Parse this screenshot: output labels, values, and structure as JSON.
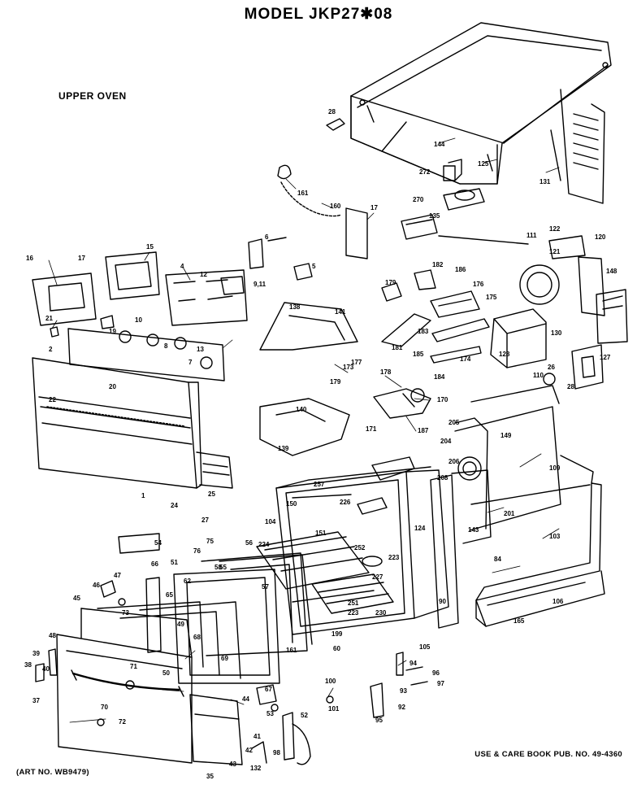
{
  "title": "MODEL JKP27✱08",
  "section": "UPPER OVEN",
  "pub_note": "USE & CARE BOOK PUB. NO. 49-4360",
  "art_no": "(ART NO. WB9479)",
  "labels": [
    {
      "n": "144"
    },
    {
      "n": "125"
    },
    {
      "n": "131"
    },
    {
      "n": "28"
    },
    {
      "n": "272"
    },
    {
      "n": "270"
    },
    {
      "n": "161"
    },
    {
      "n": "160"
    },
    {
      "n": "17"
    },
    {
      "n": "135"
    },
    {
      "n": "122"
    },
    {
      "n": "120"
    },
    {
      "n": "111"
    },
    {
      "n": "121"
    },
    {
      "n": "148"
    },
    {
      "n": "16"
    },
    {
      "n": "17"
    },
    {
      "n": "15"
    },
    {
      "n": "4"
    },
    {
      "n": "12"
    },
    {
      "n": "6"
    },
    {
      "n": "9,11"
    },
    {
      "n": "5"
    },
    {
      "n": "182"
    },
    {
      "n": "186"
    },
    {
      "n": "179"
    },
    {
      "n": "176"
    },
    {
      "n": "175"
    },
    {
      "n": "21"
    },
    {
      "n": "19"
    },
    {
      "n": "10"
    },
    {
      "n": "138"
    },
    {
      "n": "141"
    },
    {
      "n": "2"
    },
    {
      "n": "8"
    },
    {
      "n": "13"
    },
    {
      "n": "7"
    },
    {
      "n": "177"
    },
    {
      "n": "181"
    },
    {
      "n": "183"
    },
    {
      "n": "185"
    },
    {
      "n": "174"
    },
    {
      "n": "130"
    },
    {
      "n": "128"
    },
    {
      "n": "127"
    },
    {
      "n": "173"
    },
    {
      "n": "179"
    },
    {
      "n": "178"
    },
    {
      "n": "184"
    },
    {
      "n": "110"
    },
    {
      "n": "26"
    },
    {
      "n": "28"
    },
    {
      "n": "20"
    },
    {
      "n": "22"
    },
    {
      "n": "170"
    },
    {
      "n": "171"
    },
    {
      "n": "187"
    },
    {
      "n": "140"
    },
    {
      "n": "139"
    },
    {
      "n": "205"
    },
    {
      "n": "204"
    },
    {
      "n": "206"
    },
    {
      "n": "208"
    },
    {
      "n": "149"
    },
    {
      "n": "109"
    },
    {
      "n": "257"
    },
    {
      "n": "226"
    },
    {
      "n": "1"
    },
    {
      "n": "25"
    },
    {
      "n": "24"
    },
    {
      "n": "27"
    },
    {
      "n": "104"
    },
    {
      "n": "150"
    },
    {
      "n": "151"
    },
    {
      "n": "124"
    },
    {
      "n": "143"
    },
    {
      "n": "201"
    },
    {
      "n": "54"
    },
    {
      "n": "75"
    },
    {
      "n": "56"
    },
    {
      "n": "224"
    },
    {
      "n": "252"
    },
    {
      "n": "223"
    },
    {
      "n": "76"
    },
    {
      "n": "66"
    },
    {
      "n": "51"
    },
    {
      "n": "58"
    },
    {
      "n": "55"
    },
    {
      "n": "57"
    },
    {
      "n": "227"
    },
    {
      "n": "84"
    },
    {
      "n": "103"
    },
    {
      "n": "47"
    },
    {
      "n": "46"
    },
    {
      "n": "62"
    },
    {
      "n": "65"
    },
    {
      "n": "251"
    },
    {
      "n": "223"
    },
    {
      "n": "230"
    },
    {
      "n": "90"
    },
    {
      "n": "106"
    },
    {
      "n": "45"
    },
    {
      "n": "49"
    },
    {
      "n": "73"
    },
    {
      "n": "199"
    },
    {
      "n": "60"
    },
    {
      "n": "165"
    },
    {
      "n": "68"
    },
    {
      "n": "69"
    },
    {
      "n": "161"
    },
    {
      "n": "105"
    },
    {
      "n": "48"
    },
    {
      "n": "39"
    },
    {
      "n": "40"
    },
    {
      "n": "38"
    },
    {
      "n": "37"
    },
    {
      "n": "71"
    },
    {
      "n": "50"
    },
    {
      "n": "67"
    },
    {
      "n": "44"
    },
    {
      "n": "70"
    },
    {
      "n": "72"
    },
    {
      "n": "94"
    },
    {
      "n": "96"
    },
    {
      "n": "97"
    },
    {
      "n": "100"
    },
    {
      "n": "101"
    },
    {
      "n": "53"
    },
    {
      "n": "52"
    },
    {
      "n": "93"
    },
    {
      "n": "92"
    },
    {
      "n": "95"
    },
    {
      "n": "41"
    },
    {
      "n": "42"
    },
    {
      "n": "98"
    },
    {
      "n": "43"
    },
    {
      "n": "35"
    },
    {
      "n": "132"
    }
  ]
}
